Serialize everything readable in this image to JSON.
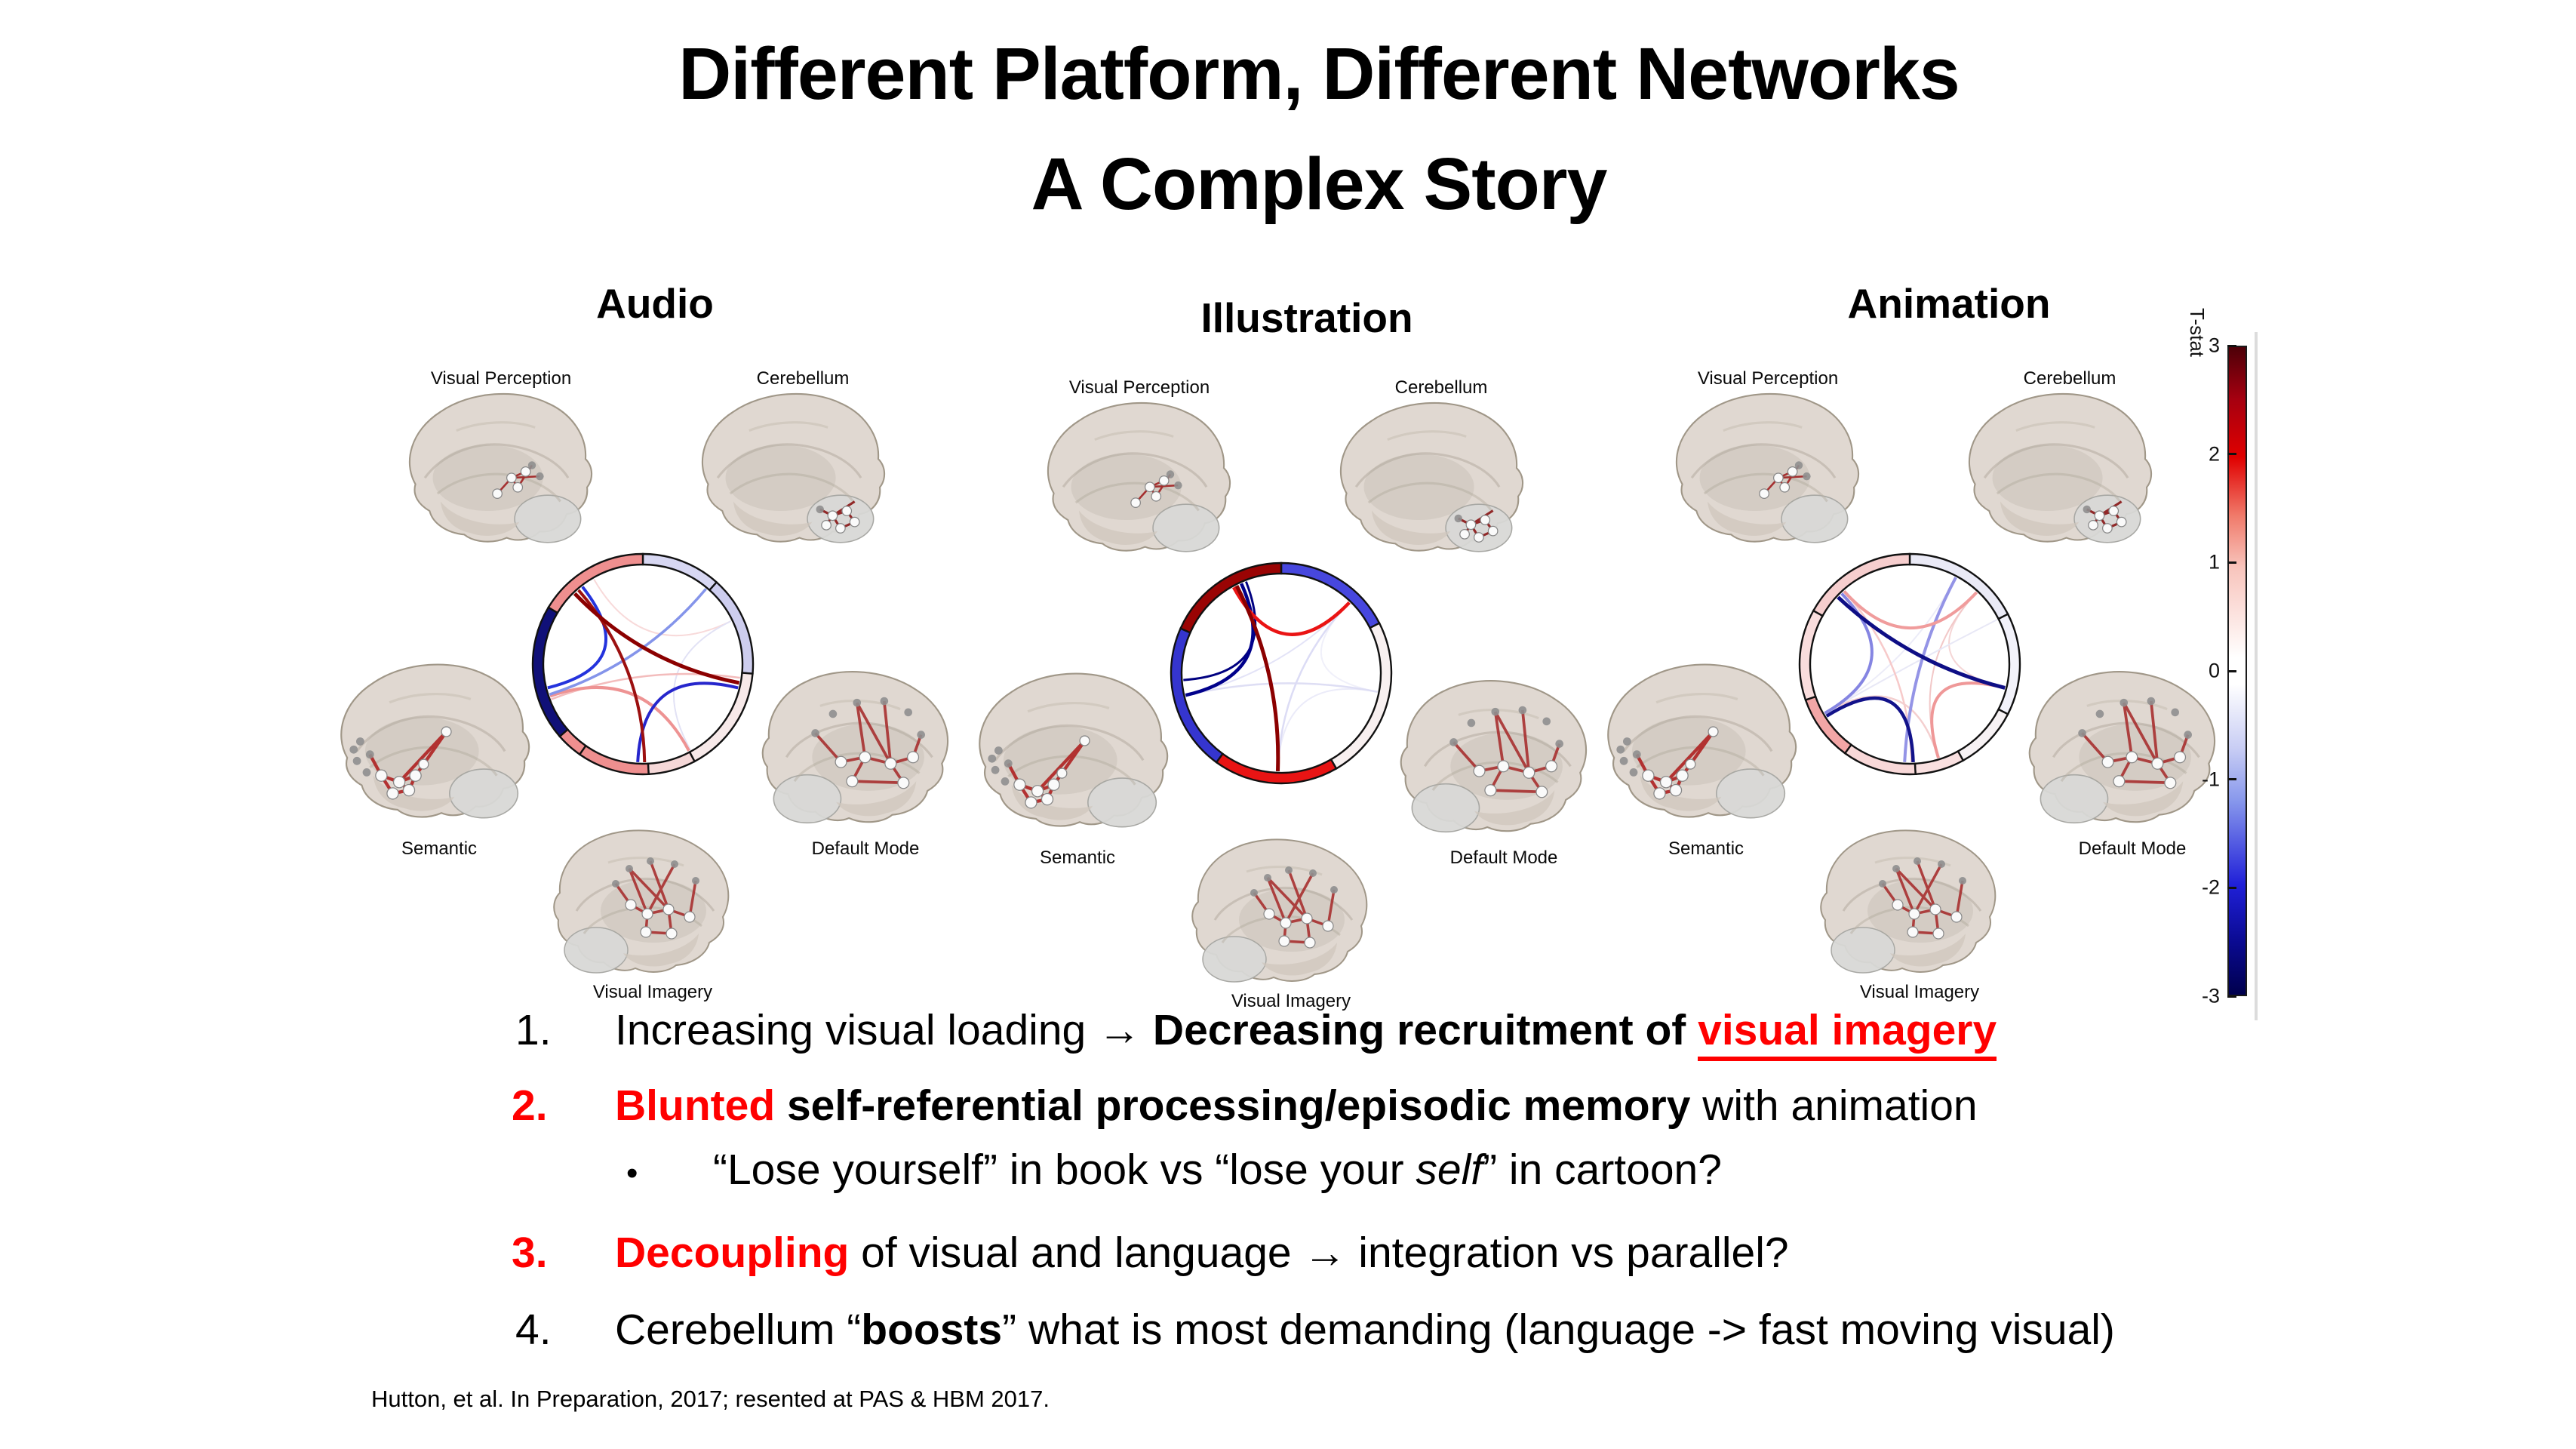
{
  "slide": {
    "title_line1": "Different Platform, Different Networks",
    "title_line2": "A Complex Story",
    "footer": "Hutton, et al. In Preparation, 2017; resented at PAS & HBM 2017."
  },
  "columns": [
    {
      "header": "Audio"
    },
    {
      "header": "Illustration"
    },
    {
      "header": "Animation"
    }
  ],
  "figure": {
    "network_labels": [
      "Visual Perception",
      "Cerebellum",
      "Semantic",
      "Default Mode",
      "Visual Imagery"
    ],
    "colorbar": {
      "label": "T-stat",
      "ticks": [
        "3",
        "2",
        "1",
        "0",
        "-1",
        "-2",
        "-3"
      ],
      "min": -3,
      "max": 3,
      "gradient": [
        "#4d0008 0%",
        "#a50010 8%",
        "#e00000 17%",
        "#f07a6a 26%",
        "#f8c4bc 34%",
        "#ffffff 48%",
        "#ffffff 52%",
        "#c8cdf4 62%",
        "#8898ec 70%",
        "#2020d8 83%",
        "#0a0a90 92%",
        "#00004d 100%"
      ]
    }
  },
  "chart_data": [
    {
      "type": "chord-diagram",
      "platform": "Audio",
      "nodes": [
        "Visual Perception",
        "Cerebellum",
        "Semantic",
        "Default Mode",
        "Visual Imagery"
      ],
      "scale": {
        "label": "T-stat",
        "min": -3,
        "max": 3
      },
      "segments": [
        {
          "start": 0,
          "end": 42,
          "color": "#d7d7f2"
        },
        {
          "start": 42,
          "end": 95,
          "color": "#cdcdee"
        },
        {
          "start": 95,
          "end": 152,
          "color": "#f7e9e9"
        },
        {
          "start": 152,
          "end": 177,
          "color": "#f5d8d8"
        },
        {
          "start": 177,
          "end": 215,
          "color": "#ef8f8f"
        },
        {
          "start": 215,
          "end": 229,
          "color": "#ef8f8f"
        },
        {
          "start": 229,
          "end": 301,
          "color": "#101078"
        },
        {
          "start": 301,
          "end": 360,
          "color": "#ef8f8f"
        }
      ],
      "chords": [
        {
          "from": 330,
          "to": 64,
          "color": "#f8dada",
          "width": 2
        },
        {
          "from": 64,
          "to": 151,
          "color": "#e2e2f5",
          "width": 2
        },
        {
          "from": 249,
          "to": 98,
          "color": "#f3bcbc",
          "width": 2.5
        },
        {
          "from": 251,
          "to": 152,
          "color": "#ee9393",
          "width": 4
        },
        {
          "from": 40,
          "to": 252,
          "color": "#8494ea",
          "width": 3.5
        },
        {
          "from": 104,
          "to": 183,
          "color": "#2626cc",
          "width": 4
        },
        {
          "from": 322,
          "to": 256,
          "color": "#2433dd",
          "width": 4
        },
        {
          "from": 319,
          "to": 179,
          "color": "#9c1010",
          "width": 4
        },
        {
          "from": 316,
          "to": 101,
          "color": "#8b0000",
          "width": 5
        }
      ]
    },
    {
      "type": "chord-diagram",
      "platform": "Illustration",
      "nodes": [
        "Visual Perception",
        "Cerebellum",
        "Semantic",
        "Default Mode",
        "Visual Imagery"
      ],
      "scale": {
        "label": "T-stat",
        "min": -3,
        "max": 3
      },
      "segments": [
        {
          "start": 0,
          "end": 63,
          "color": "#4747de"
        },
        {
          "start": 63,
          "end": 150,
          "color": "#f8f0f0"
        },
        {
          "start": 150,
          "end": 216,
          "color": "#e81414"
        },
        {
          "start": 216,
          "end": 294,
          "color": "#3535cf"
        },
        {
          "start": 294,
          "end": 360,
          "color": "#9a0404"
        }
      ],
      "chords": [
        {
          "from": 44,
          "to": 101,
          "color": "#f0f0fa",
          "width": 2
        },
        {
          "from": 101,
          "to": 182,
          "color": "#ebebf9",
          "width": 2
        },
        {
          "from": 44,
          "to": 257,
          "color": "#e3e3f7",
          "width": 2
        },
        {
          "from": 101,
          "to": 257,
          "color": "#dedef4",
          "width": 2.5
        },
        {
          "from": 44,
          "to": 182,
          "color": "#dcdcf5",
          "width": 2.5
        },
        {
          "from": 339,
          "to": 266,
          "color": "#000080",
          "width": 3
        },
        {
          "from": 336,
          "to": 257,
          "color": "#00008b",
          "width": 4.5
        },
        {
          "from": 331,
          "to": 44,
          "color": "#ea1414",
          "width": 4.5
        },
        {
          "from": 333,
          "to": 182,
          "color": "#8b0000",
          "width": 5
        }
      ]
    },
    {
      "type": "chord-diagram",
      "platform": "Animation",
      "nodes": [
        "Visual Perception",
        "Cerebellum",
        "Semantic",
        "Default Mode",
        "Visual Imagery"
      ],
      "scale": {
        "label": "T-stat",
        "min": -3,
        "max": 3
      },
      "segments": [
        {
          "start": 0,
          "end": 63,
          "color": "#eaeaf6"
        },
        {
          "start": 63,
          "end": 117,
          "color": "#f2f2fa"
        },
        {
          "start": 117,
          "end": 151,
          "color": "#f7f2f4"
        },
        {
          "start": 151,
          "end": 177,
          "color": "#f9e0e0"
        },
        {
          "start": 177,
          "end": 216,
          "color": "#f8d8d8"
        },
        {
          "start": 216,
          "end": 251,
          "color": "#f2a6a6"
        },
        {
          "start": 251,
          "end": 299,
          "color": "#f9dddd"
        },
        {
          "start": 299,
          "end": 360,
          "color": "#f6cece"
        }
      ],
      "chords": [
        {
          "from": 43,
          "to": 104,
          "color": "#f5d6d6",
          "width": 2
        },
        {
          "from": 43,
          "to": 163,
          "color": "#f2c8c8",
          "width": 2
        },
        {
          "from": 63,
          "to": 240,
          "color": "#e8e8f6",
          "width": 2
        },
        {
          "from": 28,
          "to": 240,
          "color": "#ececf8",
          "width": 2
        },
        {
          "from": 318,
          "to": 179,
          "color": "#f7caca",
          "width": 2.5
        },
        {
          "from": 240,
          "to": 163,
          "color": "#f4cfcf",
          "width": 2.5
        },
        {
          "from": 316,
          "to": 240,
          "color": "#8585e2",
          "width": 4
        },
        {
          "from": 183,
          "to": 28,
          "color": "#9494e6",
          "width": 4
        },
        {
          "from": 318,
          "to": 43,
          "color": "#f09c9c",
          "width": 4
        },
        {
          "from": 104,
          "to": 163,
          "color": "#ef9898",
          "width": 4
        },
        {
          "from": 238,
          "to": 178,
          "color": "#12128a",
          "width": 4.5
        },
        {
          "from": 313,
          "to": 104,
          "color": "#0e0e85",
          "width": 5
        }
      ]
    }
  ],
  "bullets": [
    {
      "marker": "1.",
      "marker_color": "#000000",
      "segments": [
        {
          "text": "Increasing visual loading "
        },
        {
          "text": "→ ",
          "bold": true
        },
        {
          "text": "Decreasing recruitment of ",
          "bold": true
        },
        {
          "text": "visual imagery",
          "bold": true,
          "color": "#ff0000",
          "underline": true
        }
      ]
    },
    {
      "marker": "2.",
      "marker_color": "#ff0000",
      "segments": [
        {
          "text": "Blunted ",
          "bold": true,
          "color": "#ff0000"
        },
        {
          "text": "self-referential processing/episodic memory",
          "bold": true
        },
        {
          "text": " with animation"
        }
      ]
    },
    {
      "marker": "•",
      "marker_color": "#000000",
      "sub": true,
      "segments": [
        {
          "text": "“Lose yourself” in book vs “lose your "
        },
        {
          "text": "self",
          "italic": true
        },
        {
          "text": "” in cartoon?"
        }
      ]
    },
    {
      "marker": "3.",
      "marker_color": "#ff0000",
      "segments": [
        {
          "text": "Decoupling",
          "bold": true,
          "color": "#ff0000"
        },
        {
          "text": " of visual and language "
        },
        {
          "text": "→",
          "bold": true
        },
        {
          "text": " integration vs parallel?"
        }
      ]
    },
    {
      "marker": "4.",
      "marker_color": "#000000",
      "segments": [
        {
          "text": "Cerebellum “"
        },
        {
          "text": "boosts",
          "bold": true
        },
        {
          "text": "” what is most demanding (language -> fast moving visual)"
        }
      ]
    }
  ]
}
